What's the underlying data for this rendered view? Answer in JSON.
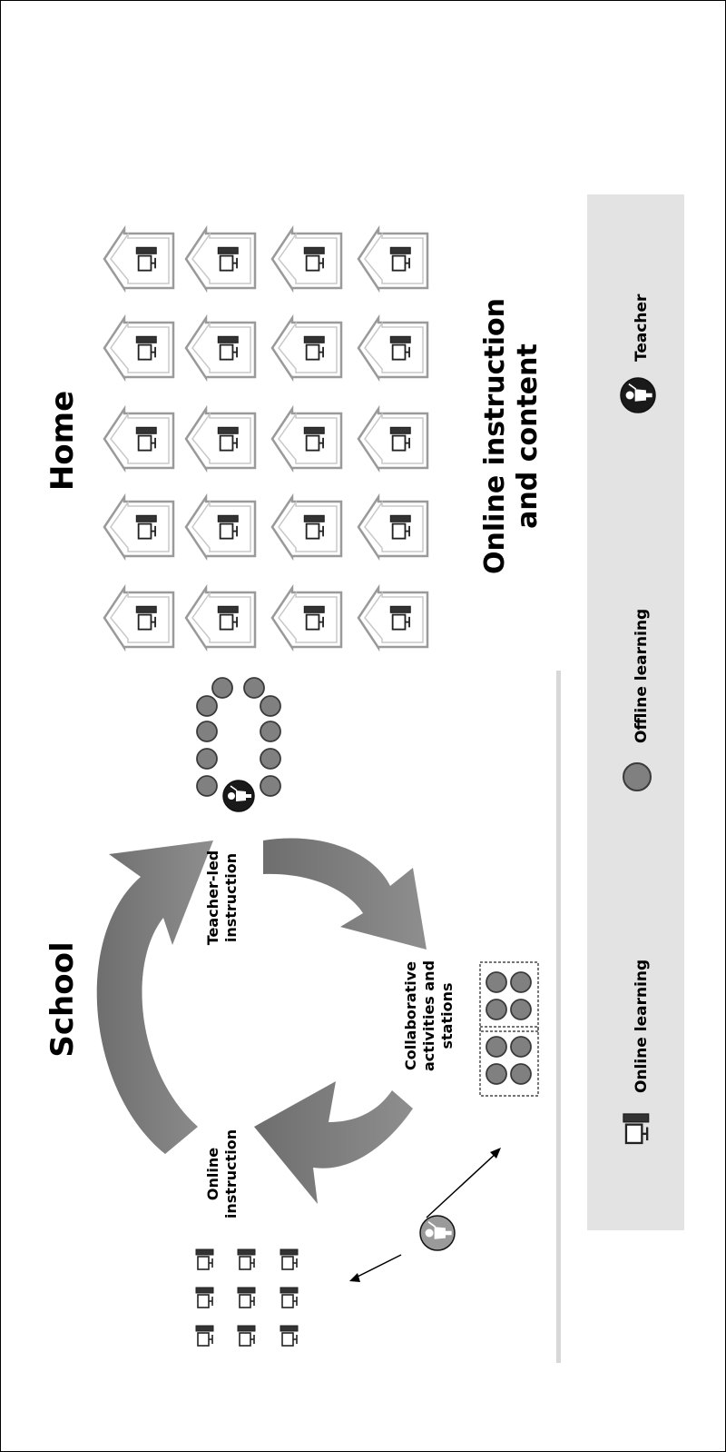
{
  "diagram": {
    "school_title": "School",
    "home_title": "Home",
    "stations": {
      "online": [
        "Online",
        "instruction"
      ],
      "teacher_led": [
        "Teacher-led",
        "instruction"
      ],
      "collaborative": [
        "Collaborative",
        "activities and",
        "stations"
      ]
    },
    "home_caption": [
      "Online instruction",
      "and content"
    ],
    "legend": {
      "online": "Online learning",
      "offline": "Offline learning",
      "teacher": "Teacher"
    },
    "colors": {
      "arrow": "#7d7d7d",
      "circle": "#808080",
      "legend_bg": "#e3e3e3",
      "house_stroke": "#9a9a9a",
      "dark": "#1a1a1a"
    },
    "icons": {
      "house": "house-with-computer-icon",
      "computer": "computer-icon",
      "student": "student-circle-icon",
      "teacher": "teacher-icon",
      "cycle": "cycle-arrow-icon"
    }
  }
}
